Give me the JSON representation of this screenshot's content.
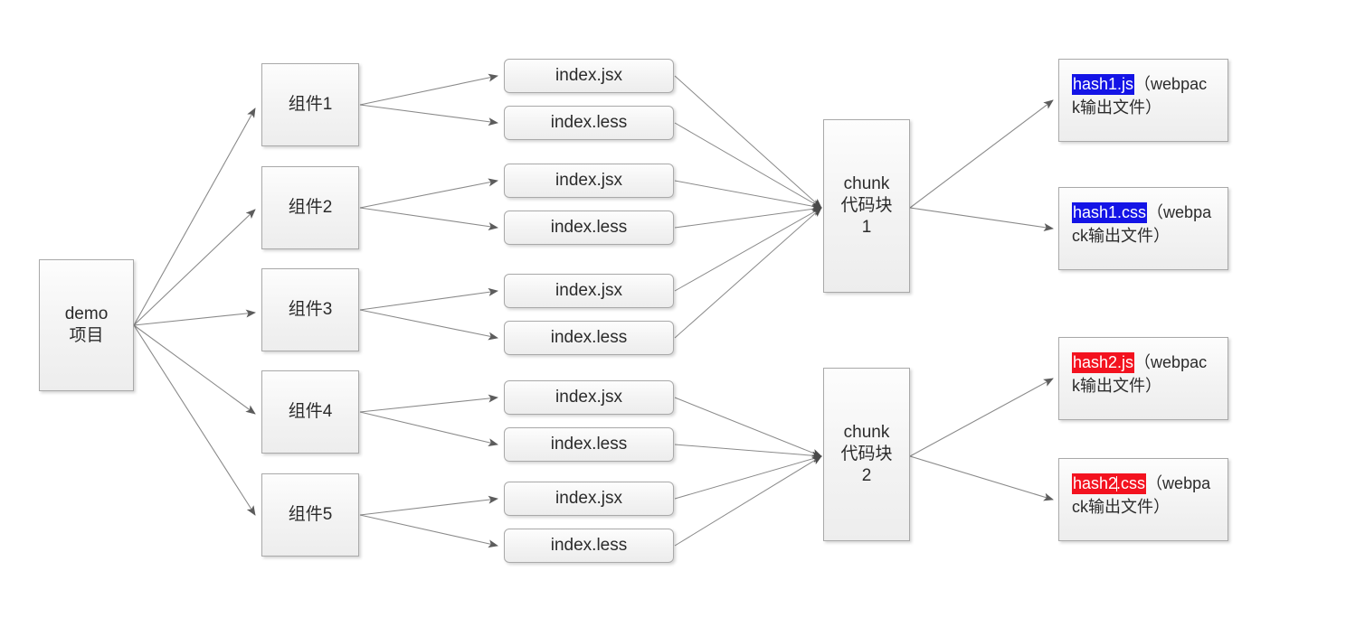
{
  "diagram": {
    "title": "webpack chunk output diagram",
    "colors": {
      "node_fill": "#f7f7f7",
      "node_border": "#a9a9a9",
      "edge": "#808080",
      "highlight_blue": "#1414e6",
      "highlight_red": "#f3121f",
      "text": "#2b2b2b",
      "background": "#ffffff"
    },
    "root": {
      "line1": "demo",
      "line2": "项目"
    },
    "components": [
      {
        "label": "组件1"
      },
      {
        "label": "组件2"
      },
      {
        "label": "组件3"
      },
      {
        "label": "组件4"
      },
      {
        "label": "组件5"
      }
    ],
    "files": [
      {
        "label": "index.jsx",
        "component": "组件1"
      },
      {
        "label": "index.less",
        "component": "组件1"
      },
      {
        "label": "index.jsx",
        "component": "组件2"
      },
      {
        "label": "index.less",
        "component": "组件2"
      },
      {
        "label": "index.jsx",
        "component": "组件3"
      },
      {
        "label": "index.less",
        "component": "组件3"
      },
      {
        "label": "index.jsx",
        "component": "组件4"
      },
      {
        "label": "index.less",
        "component": "组件4"
      },
      {
        "label": "index.jsx",
        "component": "组件5"
      },
      {
        "label": "index.less",
        "component": "组件5"
      }
    ],
    "chunks": [
      {
        "line1": "chunk",
        "line2": "代码块",
        "line3": "1"
      },
      {
        "line1": "chunk",
        "line2": "代码块",
        "line3": "2"
      }
    ],
    "outputs": [
      {
        "highlight": "hash1.js",
        "highlight_color": "#1414e6",
        "suffix": "（webpack输出文件）",
        "has_caret": false
      },
      {
        "highlight": "hash1.css",
        "highlight_color": "#1414e6",
        "suffix": "（webpack输出文件）",
        "has_caret": false
      },
      {
        "highlight": "hash2.js",
        "highlight_color": "#f3121f",
        "suffix": "（webpack输出文件）",
        "has_caret": false
      },
      {
        "highlight_part1": "hash2",
        "highlight_part2": ".css",
        "highlight": "hash2.css",
        "highlight_color": "#f3121f",
        "suffix": "（webpack输出文件）",
        "has_caret": true
      }
    ]
  }
}
